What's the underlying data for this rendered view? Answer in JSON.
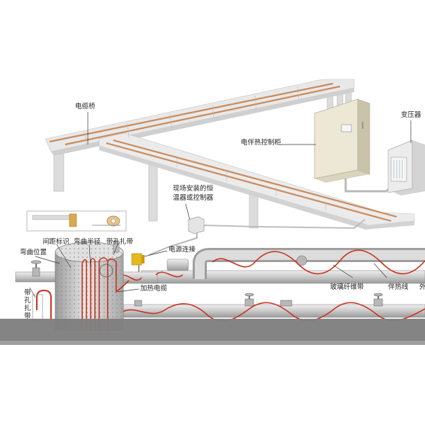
{
  "labels": {
    "cable_tray": "电缆桥",
    "heat_trace_cabinet": "电伴热控制柜",
    "transformer": "变压器",
    "thermostat_line1": "现场安装的恒",
    "thermostat_line2": "温器或控制器",
    "power_connection": "电源连接",
    "bend_position": "弯曲位置",
    "spacing_mark": "间距标识",
    "bend_radius": "弯曲半径",
    "hole_tie_band": "带孔扎带",
    "heating_cable": "加热电缆",
    "glass_fiber_tape": "玻璃纤维带",
    "trace_line": "伴热线",
    "cut_off_right": "外",
    "cut_off_left_1": "带",
    "cut_off_left_2": "孔",
    "cut_off_left_3": "扎",
    "cut_off_left_4": "带"
  },
  "colors": {
    "heating_cable": "#c8321e",
    "tray_cable": "#c98a5a",
    "pipe": "#c9c9c9",
    "cabinet": "#e9e5d2",
    "gray_band": "#7f7f7f"
  }
}
